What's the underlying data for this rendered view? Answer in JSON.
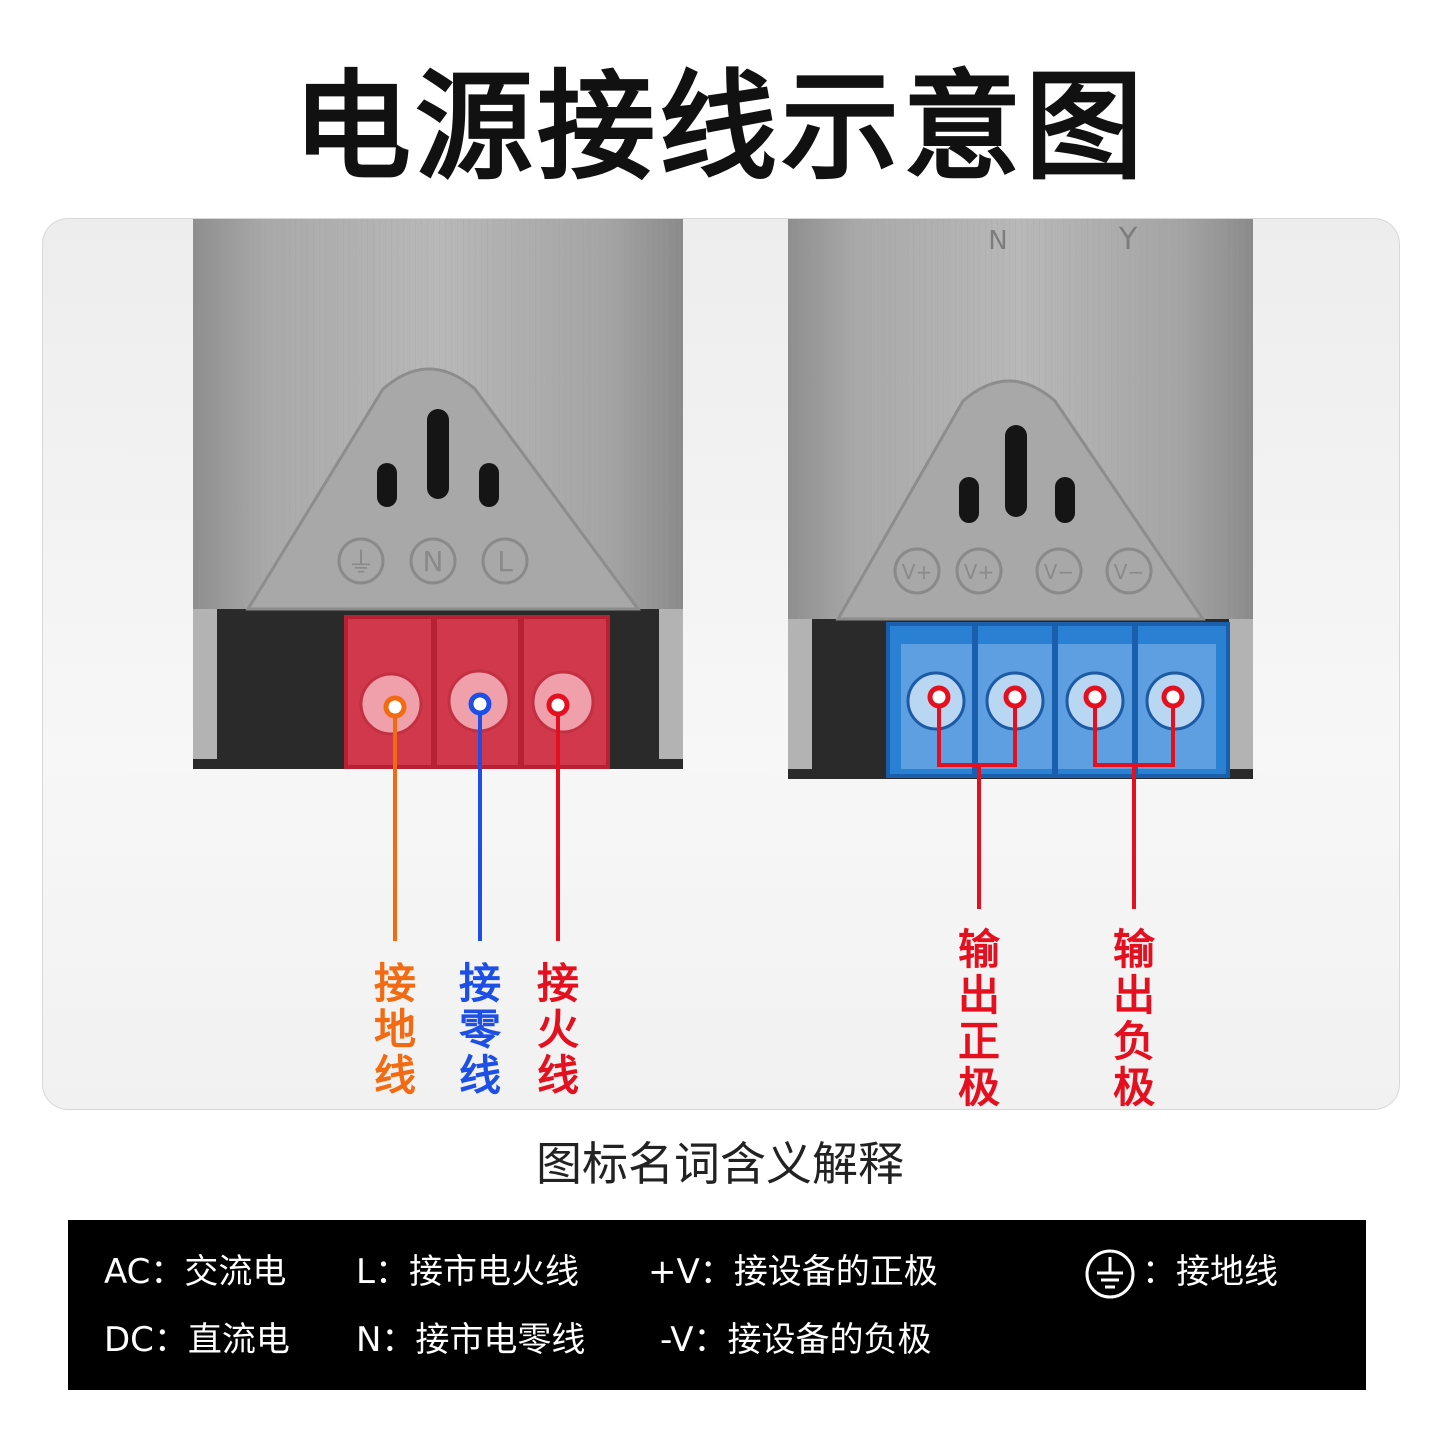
{
  "title": "电源接线示意图",
  "left_unit": {
    "terminal_marks": [
      "⏚",
      "N",
      "L"
    ],
    "labels": [
      {
        "text": "接地线",
        "color": "#f26a12"
      },
      {
        "text": "接零线",
        "color": "#1d4fe6"
      },
      {
        "text": "接火线",
        "color": "#e5101f"
      }
    ]
  },
  "right_unit": {
    "terminal_marks": [
      "V+",
      "V+",
      "V−",
      "V−"
    ],
    "labels": [
      {
        "text": "输出正极",
        "color": "#e5101f"
      },
      {
        "text": "输出负极",
        "color": "#e5101f"
      }
    ]
  },
  "subtitle": "图标名词含义解释",
  "legend": {
    "ac": "AC：交流电",
    "dc": "DC：直流电",
    "l": "L：接市电火线",
    "n": "N：接市电零线",
    "pos": "+V：接设备的正极",
    "neg": "-V：接设备的负极",
    "ground": "：接地线",
    "ground_icon": "ground-icon"
  },
  "colors": {
    "ground": "#f26a12",
    "neutral": "#1d4fe6",
    "live": "#e5101f",
    "left_terminal": "#e03a4e",
    "right_terminal": "#2a86e0"
  }
}
